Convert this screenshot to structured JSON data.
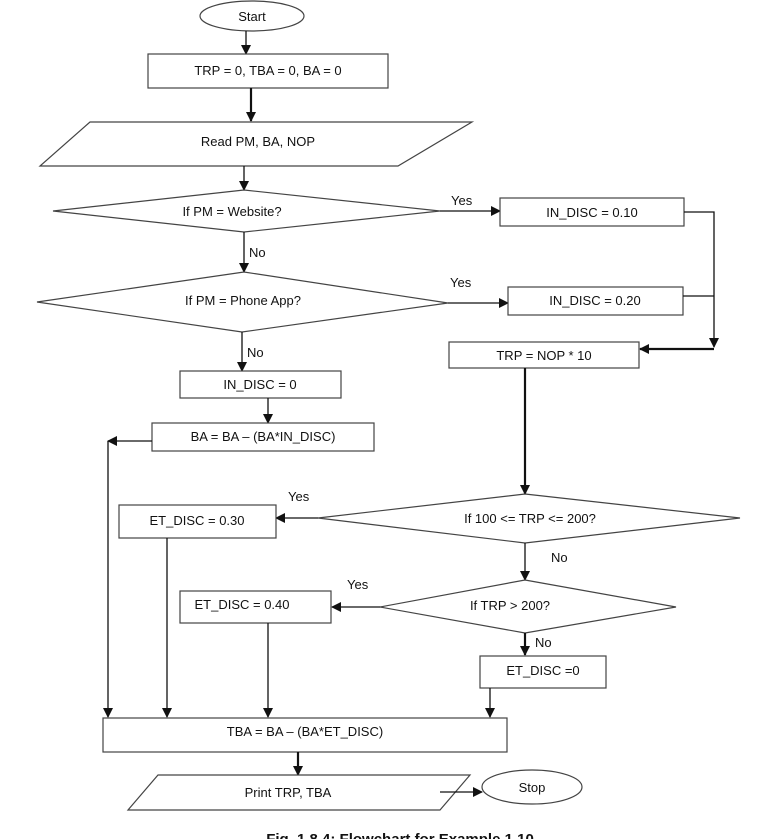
{
  "nodes": {
    "start": "Start",
    "init": "TRP = 0, TBA = 0, BA = 0",
    "read": "Read PM, BA, NOP",
    "dec_website": "If PM = Website?",
    "in_disc_010": "IN_DISC = 0.10",
    "dec_phone": "If PM = Phone App?",
    "in_disc_020": "IN_DISC = 0.20",
    "trp_calc": "TRP = NOP * 10",
    "in_disc_0": "IN_DISC = 0",
    "ba_calc": "BA = BA – (BA*IN_DISC)",
    "dec_range": "If 100 <= TRP <= 200?",
    "et_disc_030": "ET_DISC = 0.30",
    "dec_gt200": "If TRP > 200?",
    "et_disc_040": "ET_DISC = 0.40",
    "et_disc_0": "ET_DISC =0",
    "tba_calc": "TBA = BA – (BA*ET_DISC)",
    "print": "Print TRP, TBA",
    "stop": "Stop"
  },
  "edge_labels": {
    "website_yes": "Yes",
    "website_no": "No",
    "phone_yes": "Yes",
    "phone_no": "No",
    "range_yes": "Yes",
    "range_no": "No",
    "gt200_yes": "Yes",
    "gt200_no": "No"
  },
  "caption": "Fig. 1.8.4: Flowchart for Example 1.10"
}
